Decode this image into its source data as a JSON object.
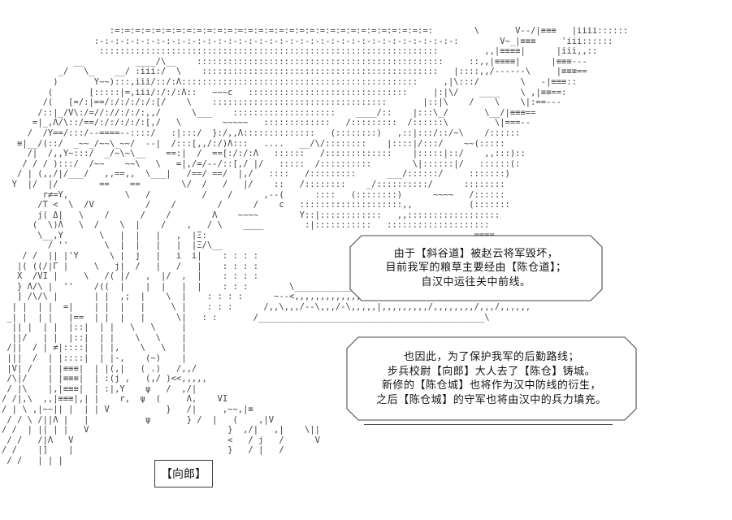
{
  "scene": {
    "background_color": "#ffffff",
    "ink_color": "#3f3f3f",
    "text_color": "#141414"
  },
  "art": {
    "lines": [
      "                     :=:=:=:=:=:=:=:=:=:=:=:=:=:=:=:=:=:=:=:=:=:=:=:=:=:=:=:=:=:=:=:        \\       V--/|≡≡≡   |iiii::::::",
      "                  :-:-:-:-:-:-:-:-:-:-:-:-:-:-:-:-:-:-:-:-:-:-:-:-:-:-:-:-:-:-:-:-:-:-:-:        V~_|≡≡≡     'iii::::::",
      "                   ::::::::::::::::::::::::::::::::::::::::::::::::::::::::::::::::::         ,,|≡≡≡≡|      |iii,,::",
      "              __          ____/\\__    ::::::::::::::::::::::::::::::::::::::::::::::::     ::,,|≡≡≡≡|      |≡≡≡---",
      "           _/   \\_    __/ :iii:/  \\    ::::::::::::::::::::::::::::::::::::::::::::::   |::::,,/------\\     |≡≡≡==",
      "          )       Y~~):::,iii/::/:Λ::::::::::::::::::::::::::::::::::::::::::::::     ,|\\:::/        \\   -|≡≡≡::",
      "         (       [:::::|=,iii/:/:/:Λ::   ~~~c   :::::::::::::::::::::::::::::::     |:|\\/    ____    \\ ,|≡≡==:",
      "        /(   [=/:|==/:/:/:/:/:[/    \\    ::::::::::::::::::::::::::::::::::       |::|\\    /    \\    \\|:==---",
      "       /::|_/V\\:/=//://:/:/:,,/      \\___    ::::::::::::::::::::    ____/::    |:::\\_/       \\__/|≡≡≡==",
      "      =|_,Λ/\\::/==/:/:/:/:/:[,/   \\        ~~~~~   :::::::::::::   /:::::::::  /::::::\\         \\|===--",
      "     /  /Y==/:::/--====--::::/   :|:::/  }:/,,Λ::::::::::::::   (::::::::)   ,::|:::/::/~\\    /::::::",
      "   ≡|__/(::/  _~~_/~~\\_~~/  --|  /:::[,,/:/)Λ:::   ....   __/\\/::::::::    |::::|/:::/    ~~(:::::",
      "     /|  /,,Y~:::/  _/~\\~\\__    ==:|  /  ==[:/:/:Λ   ::::::   /:::::::::::::    |:::::|::/    ,,:::)::",
      "    / / / ):::/  /~~    ~~\\   \\   =|,/=/--/::[,/ |/   :::::  /::::::::::        \\|::::::|/   ::::::(:",
      "   / | (,,/|/___/   ,,==,,  \\___|   /==/ ==/  |,/   ::::   /:::::::::      ___/::::::/     :::::::)",
      "  Y  |/  |/        ==    ==        \\/  /   /   |/    ::   /::::::::    _/::::::::::/      ::::::::",
      "        r≠=Y,           \\   /          /    /      ,--(      ::::   (::::::::)      ~~~~   /::::::",
      "       /T <  \\  /V          /    /        /      /    c   ::::::::::::::::::::,,           (:::::::",
      "       j( Δ|   \\    /      /    /        Λ    ~~~~        Y::|::::::::::::   ,,::::::::::::::::::",
      "      (  \\)Λ   \\  /    \\  |    /    ,   / \\    ____        :|:::::::::::   ::::::::::::::::::::",
      "       \\__,Y       \\   |  |   |   ,  |Ξ:                                                    ≡≡≡≡",
      "         / ''       \\  |  |   |   |  |Ξ/\\__                                                 ≡≡≡≡",
      "    / /  || |'Y      \\ |  j   |   i  i|    : : : :",
      "   |( ((/|Γ |     \\   j|  /   |   /   |    : : : :",
      "   X  /VI |     \\   /( |/   ,  |/  ,  |    : : : :",
      "   } Λ/\\ |  ''    /((  |    |  |   |  |    : : :        \\______________________________________,-",
      "   ] /\\/\\ |       | |  ,;  |    \\  |    : : : :      ~--<,,,,,,,,,,,,,[,,,    V,,,,,,,,,,/\\__/\\_,/ >--",
      "  | |  | |  =|    | |  |   |     \\ |    : : :      /,,\\,,,/--\\,,,/-\\,,,,,|,,,,,,,,,/,,,,,,,,/,,,/,,,,,,",
      " _| |  | |   |==  | |  |   |      \\|   : :       /____________________________________________\\",
      "  || |  | |  |::|  | |   \\   \\     |",
      "  ||/   | |  |::|  | |    \\   \\    |",
      " /||  / | ≠|::::|  | |,    \\   \\   |",
      " |||  /  | |::::|  | |-,    (~)    |",
      " |V| /   | |≡≡≡|  | |(,|   ( .)   /,,/",
      " /\\|/    | |≡≡≡|  | :(j ,   (,/ )<<,,,,,",
      " / |\\    |,|≡≡≡|  | :|,Y    ψ   /  ,/|",
      "/ /|,\\  ,,|≡≡≡|,| |    r,  ψ  (     Λ,    VI",
      "/ | \\ ,|~~|| |  | | V           }   /|     ,~~,|≡",
      " / / \\ /||Λ |   |           ψ       } /  |   (    ,|V",
      "/ /  | || | |   V                           }  ,/|   ,|    \\||",
      " / /   /|Λ   V                              <   / j   /      V",
      "/ /    |]    |                              }   / |   /",
      " / /   | | |"
    ]
  },
  "dialogue": {
    "bubble1": {
      "lines": [
        "由于【斜谷道】被赵云将军毁坏，",
        "目前我军的粮草主要经由【陈仓道】；",
        "自汉中运往关中前线。"
      ]
    },
    "bubble2": {
      "lines": [
        "也因此，为了保护我军的后勤路线；",
        "步兵校尉【向郎】大人去了【陈仓】铸城。",
        "新修的【陈仓城】也将作为汉中防线的衍生，",
        "之后【陈仓城】的守军也将由汉中的兵力填充。"
      ]
    }
  },
  "nameplate": {
    "label": "【向郎】"
  }
}
